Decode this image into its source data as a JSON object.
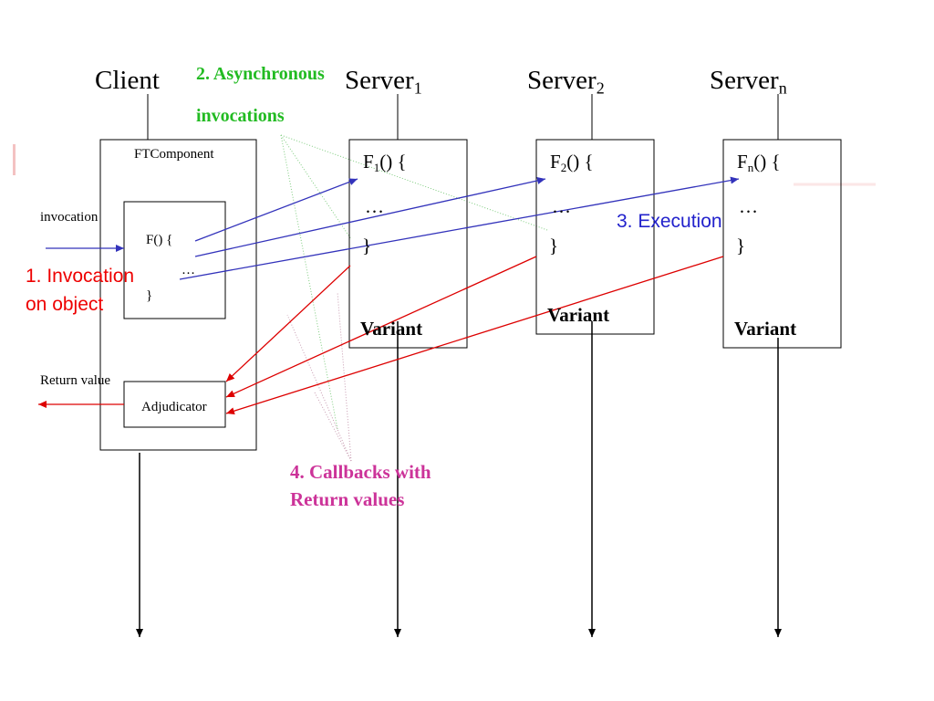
{
  "colors": {
    "invocation_arrow": "#3333bb",
    "callback_arrow": "#dd0000",
    "label_invocation": "#ee0000",
    "label_async": "#22bb22",
    "label_execution": "#2222cc",
    "label_callbacks": "#cc3399",
    "lines": "#000000"
  },
  "columns": {
    "client": "Client",
    "server1": {
      "name": "Server",
      "sub": "1"
    },
    "server2": {
      "name": "Server",
      "sub": "2"
    },
    "servern": {
      "name": "Server",
      "sub": "n"
    }
  },
  "client_box": {
    "title": "FTComponent",
    "method_open": "F() {",
    "method_body": "…",
    "method_close": "}",
    "adjudicator": "Adjudicator"
  },
  "side_labels": {
    "invocation": "invocation",
    "return_value": "Return value"
  },
  "server_boxes": [
    {
      "fname": "F",
      "fsub": "1",
      "fsig": "() {",
      "body": "…",
      "close": "}",
      "variant": "Variant"
    },
    {
      "fname": "F",
      "fsub": "2",
      "fsig": "() {",
      "body": "…",
      "close": "}",
      "variant": "Variant"
    },
    {
      "fname": "F",
      "fsub": "n",
      "fsig": "() {",
      "body": "…",
      "close": "}",
      "variant": "Variant"
    }
  ],
  "step_labels": {
    "step1_line1": "1. Invocation",
    "step1_line2": "on object",
    "step2_line1": "2. Asynchronous",
    "step2_line2": "invocations",
    "step3": "3. Execution",
    "step4_line1": "4. Callbacks with",
    "step4_line2": "Return values"
  }
}
